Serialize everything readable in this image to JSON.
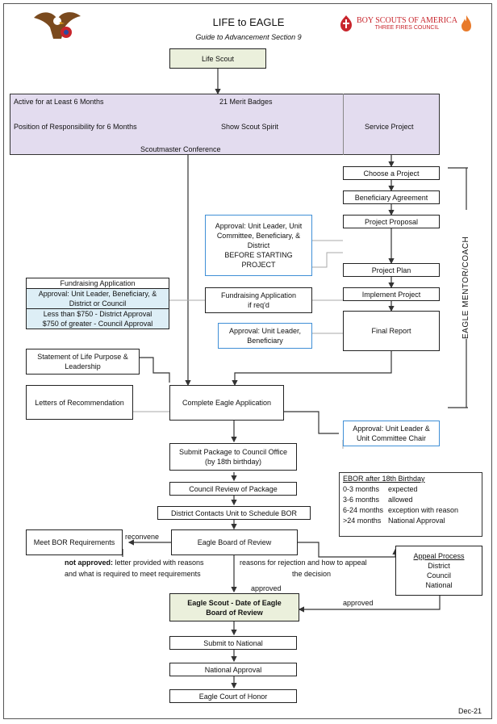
{
  "header": {
    "title": "LIFE to EAGLE",
    "subtitle": "Guide to Advancement Section 9",
    "bsa_name": "BOY SCOUTS OF AMERICA",
    "bsa_council": "THREE FIRES COUNCIL"
  },
  "nodes": {
    "life_scout": "Life Scout",
    "req_active": "Active for at Least 6 Months",
    "req_merit": "21 Merit Badges",
    "req_por": "Position of Responsibility for 6 Months",
    "req_spirit": "Show Scout Spirit",
    "req_service": "Service Project",
    "req_conference": "Scoutmaster Conference",
    "choose_project": "Choose a Project",
    "beneficiary_agreement": "Beneficiary Agreement",
    "project_proposal": "Project Proposal",
    "approval_before_l1": "Approval: Unit Leader, Unit",
    "approval_before_l2": "Committee, Beneficiary, &",
    "approval_before_l3": "District",
    "approval_before_l4": "BEFORE STARTING",
    "approval_before_l5": "PROJECT",
    "project_plan": "Project Plan",
    "implement_project": "Implement Project",
    "fund_app_title": "Fundraising Application",
    "fund_app_approval_l1": "Approval: Unit Leader, Beneficiary, &",
    "fund_app_approval_l2": "District or Council",
    "fund_app_lt750": "Less than $750 - District Approval",
    "fund_app_gt750": "$750 of greater - Council Approval",
    "fund_app_ifreq_l1": "Fundraising Application",
    "fund_app_ifreq_l2": "if req'd",
    "final_report": "Final Report",
    "approval_final_l1": "Approval: Unit Leader,",
    "approval_final_l2": "Beneficiary",
    "life_purpose_l1": "Statement of Life Purpose &",
    "life_purpose_l2": "Leadership",
    "letters": "Letters of Recommendation",
    "complete_app": "Complete Eagle Application",
    "approval_app_l1": "Approval: Unit Leader &",
    "approval_app_l2": "Unit Committee Chair",
    "submit_package_l1": "Submit Package to Council Office",
    "submit_package_l2": "(by 18th birthday)",
    "council_review": "Council Review of Package",
    "district_contacts": "District Contacts Unit to Schedule BOR",
    "meet_bor": "Meet BOR Requirements",
    "eagle_bor": "Eagle Board of Review",
    "eagle_scout_l1": "Eagle Scout - Date of Eagle",
    "eagle_scout_l2": "Board of Review",
    "submit_national": "Submit to National",
    "national_approval": "National Approval",
    "court_of_honor": "Eagle Court of Honor"
  },
  "labels": {
    "mentor": "EAGLE MENTOR/COACH",
    "reconvene": "reconvene",
    "not_approved_bold": "not approved:",
    "not_approved_l1": " letter provided with reasons",
    "not_approved_l2": "and what is required to meet requirements",
    "reasons_l1": "reasons for rejection and how to appeal",
    "reasons_l2": "the decision",
    "approved_1": "approved",
    "approved_2": "approved",
    "footer_date": "Dec-21"
  },
  "ebor": {
    "title": "EBOR after 18th Birthday",
    "rows": [
      {
        "range": "0-3 months",
        "status": "expected"
      },
      {
        "range": "3-6 months",
        "status": "allowed"
      },
      {
        "range": "6-24 months",
        "status": "exception with reason"
      },
      {
        "range": ">24 months",
        "status": "National Approval"
      }
    ]
  },
  "appeal": {
    "title": "Appeal Process",
    "items": [
      "District",
      "Council",
      "National"
    ]
  },
  "colors": {
    "green_fill": "#ebf0dc",
    "purple_fill": "#e3dcef",
    "blue_border": "#3f8fd6",
    "light_blue_fill": "#ddeef6",
    "bsa_red": "#c8252c"
  }
}
